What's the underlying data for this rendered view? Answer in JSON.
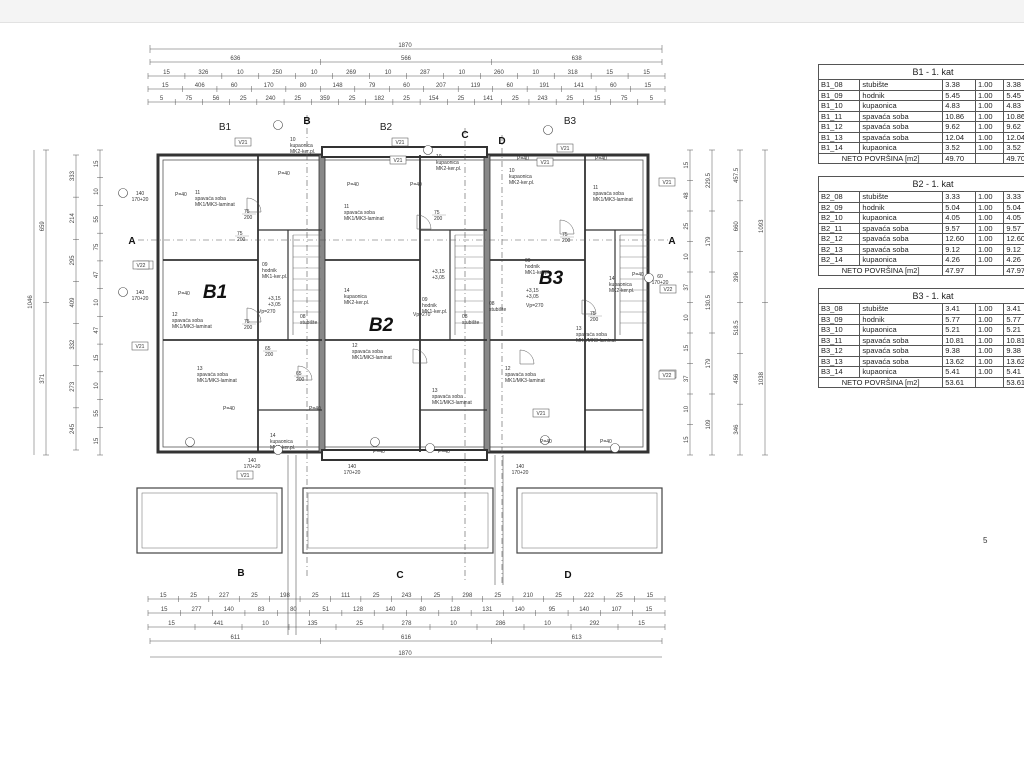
{
  "dims": {
    "top_total": "1870",
    "top_row1": [
      "636",
      "566",
      "638"
    ],
    "top_row2": [
      "15",
      "326",
      "10",
      "250",
      "10",
      "269",
      "10",
      "287",
      "10",
      "260",
      "10",
      "318",
      "15",
      "15"
    ],
    "top_row3": [
      "15",
      "406",
      "60",
      "170",
      "80",
      "148",
      "79",
      "60",
      "207",
      "119",
      "60",
      "191",
      "141",
      "60",
      "15"
    ],
    "top_row4": [
      "5",
      "75",
      "56",
      "25",
      "240",
      "25",
      "359",
      "25",
      "182",
      "25",
      "154",
      "25",
      "141",
      "25",
      "243",
      "25",
      "15",
      "75",
      "5"
    ],
    "bottom_row1": [
      "15",
      "25",
      "227",
      "25",
      "198",
      "25",
      "111",
      "25",
      "243",
      "25",
      "298",
      "25",
      "210",
      "25",
      "222",
      "25",
      "15"
    ],
    "bottom_row2": [
      "15",
      "277",
      "140",
      "83",
      "80",
      "51",
      "128",
      "140",
      "80",
      "128",
      "131",
      "140",
      "95",
      "140",
      "107",
      "15"
    ],
    "bottom_row3": [
      "15",
      "441",
      "10",
      "135",
      "25",
      "278",
      "10",
      "286",
      "10",
      "292",
      "15"
    ],
    "bottom_row4": [
      "611",
      "616",
      "613"
    ],
    "bottom_total": "1870",
    "left_outer": "1046",
    "left_mid": [
      "659",
      "371"
    ],
    "left_inner": [
      "333",
      "214",
      "295",
      "409",
      "332",
      "273",
      "245"
    ],
    "right_outer": [
      "1093",
      "1038"
    ],
    "right_mid": [
      "457.5",
      "660",
      "396",
      "518.5",
      "456",
      "346"
    ],
    "right_inner": [
      "229.5",
      "179",
      "130.5",
      "179",
      "109"
    ]
  },
  "labels": {
    "unit_top": [
      "B1",
      "B2",
      "B3"
    ],
    "unit_big": [
      "B1",
      "B2",
      "B3"
    ],
    "axis": [
      "A",
      "A",
      "B",
      "B",
      "C",
      "C",
      "D",
      "D"
    ],
    "levels": [
      "+3,15",
      "+3,05",
      "+3,15",
      "+3,05",
      "+3,15",
      "+3,05"
    ],
    "vp": [
      "Vp=270",
      "Vp=270",
      "Vp=270"
    ],
    "v_tags": [
      "V21",
      "V21",
      "V21",
      "V21",
      "V21",
      "V21",
      "V21",
      "V21",
      "V21",
      "V21",
      "V21",
      "V22",
      "V22",
      "V22"
    ],
    "windows": [
      "140\n170+20",
      "140\n170+20",
      "60\n170+20",
      "140\n170+20",
      "140\n170+20",
      "140\n170+20"
    ],
    "p40": "P=40",
    "door_dims": [
      "75\n200",
      "75\n200",
      "75\n200",
      "65\n200",
      "65\n200",
      "75\n200",
      "75\n200",
      "75\n200"
    ]
  },
  "rooms": {
    "B1": [
      {
        "num": "10",
        "name": "kupaonica",
        "mat": "MK2-ker.pl."
      },
      {
        "num": "11",
        "name": "spavaća soba",
        "mat": "MK1/MK3-laminat"
      },
      {
        "num": "09",
        "name": "hodnik",
        "mat": "MK1-ker.pl."
      },
      {
        "num": "12",
        "name": "spavaća soba",
        "mat": "MK1/MK3-laminat"
      },
      {
        "num": "13",
        "name": "spavaća soba",
        "mat": "MK1/MK3-laminat"
      },
      {
        "num": "14",
        "name": "kupaonica",
        "mat": "MK2-ker.pl."
      },
      {
        "num": "08",
        "name": "stubište",
        "mat": ""
      }
    ],
    "B2": [
      {
        "num": "10",
        "name": "kupaonica",
        "mat": "MK2-ker.pl."
      },
      {
        "num": "11",
        "name": "spavaća soba",
        "mat": "MK1/MK3-laminat"
      },
      {
        "num": "14",
        "name": "kupaonica",
        "mat": "MK2-ker.pl."
      },
      {
        "num": "09",
        "name": "hodnik",
        "mat": "MK1-ker.pl."
      },
      {
        "num": "12",
        "name": "spavaća soba",
        "mat": "MK1/MK3-laminat"
      },
      {
        "num": "13",
        "name": "spavaća soba",
        "mat": "MK1/MK3-laminat"
      },
      {
        "num": "08",
        "name": "stubište",
        "mat": ""
      }
    ],
    "B3": [
      {
        "num": "10",
        "name": "kupaonica",
        "mat": "MK2-ker.pl."
      },
      {
        "num": "11",
        "name": "spavaća soba",
        "mat": "MK1/MK3-laminat"
      },
      {
        "num": "09",
        "name": "hodnik",
        "mat": "MK1-ker.pl."
      },
      {
        "num": "14",
        "name": "kupaonica",
        "mat": "MK2-ker.pl."
      },
      {
        "num": "13",
        "name": "spavaća soba",
        "mat": "MK1/MK3-laminat"
      },
      {
        "num": "12",
        "name": "spavaća soba",
        "mat": "MK1/MK3-laminat"
      },
      {
        "num": "08",
        "name": "stubište",
        "mat": ""
      }
    ]
  },
  "tables": [
    {
      "title": "B1 - 1. kat",
      "rows": [
        [
          "B1_08",
          "stubište",
          "3.38",
          "1.00",
          "3.38"
        ],
        [
          "B1_09",
          "hodnik",
          "5.45",
          "1.00",
          "5.45"
        ],
        [
          "B1_10",
          "kupaonica",
          "4.83",
          "1.00",
          "4.83"
        ],
        [
          "B1_11",
          "spavaća soba",
          "10.86",
          "1.00",
          "10.86"
        ],
        [
          "B1_12",
          "spavaća soba",
          "9.62",
          "1.00",
          "9.62"
        ],
        [
          "B1_13",
          "spavaća soba",
          "12.04",
          "1.00",
          "12.04"
        ],
        [
          "B1_14",
          "kupaonica",
          "3.52",
          "1.00",
          "3.52"
        ]
      ],
      "total_label": "NETO POVRŠINA [m2]",
      "total_a": "49.70",
      "total_b": "49.70"
    },
    {
      "title": "B2 - 1. kat",
      "rows": [
        [
          "B2_08",
          "stubište",
          "3.33",
          "1.00",
          "3.33"
        ],
        [
          "B2_09",
          "hodnik",
          "5.04",
          "1.00",
          "5.04"
        ],
        [
          "B2_10",
          "kupaonica",
          "4.05",
          "1.00",
          "4.05"
        ],
        [
          "B2_11",
          "spavaća soba",
          "9.57",
          "1.00",
          "9.57"
        ],
        [
          "B2_12",
          "spavaća soba",
          "12.60",
          "1.00",
          "12.60"
        ],
        [
          "B2_13",
          "spavaća soba",
          "9.12",
          "1.00",
          "9.12"
        ],
        [
          "B2_14",
          "kupaonica",
          "4.26",
          "1.00",
          "4.26"
        ]
      ],
      "total_label": "NETO POVRŠINA [m2]",
      "total_a": "47.97",
      "total_b": "47.97"
    },
    {
      "title": "B3 - 1. kat",
      "rows": [
        [
          "B3_08",
          "stubište",
          "3.41",
          "1.00",
          "3.41"
        ],
        [
          "B3_09",
          "hodnik",
          "5.77",
          "1.00",
          "5.77"
        ],
        [
          "B3_10",
          "kupaonica",
          "5.21",
          "1.00",
          "5.21"
        ],
        [
          "B3_11",
          "spavaća soba",
          "10.81",
          "1.00",
          "10.81"
        ],
        [
          "B3_12",
          "spavaća soba",
          "9.38",
          "1.00",
          "9.38"
        ],
        [
          "B3_13",
          "spavaća soba",
          "13.62",
          "1.00",
          "13.62"
        ],
        [
          "B3_14",
          "kupaonica",
          "5.41",
          "1.00",
          "5.41"
        ]
      ],
      "total_label": "NETO POVRŠINA [m2]",
      "total_a": "53.61",
      "total_b": "53.61"
    }
  ],
  "page_number": "5"
}
